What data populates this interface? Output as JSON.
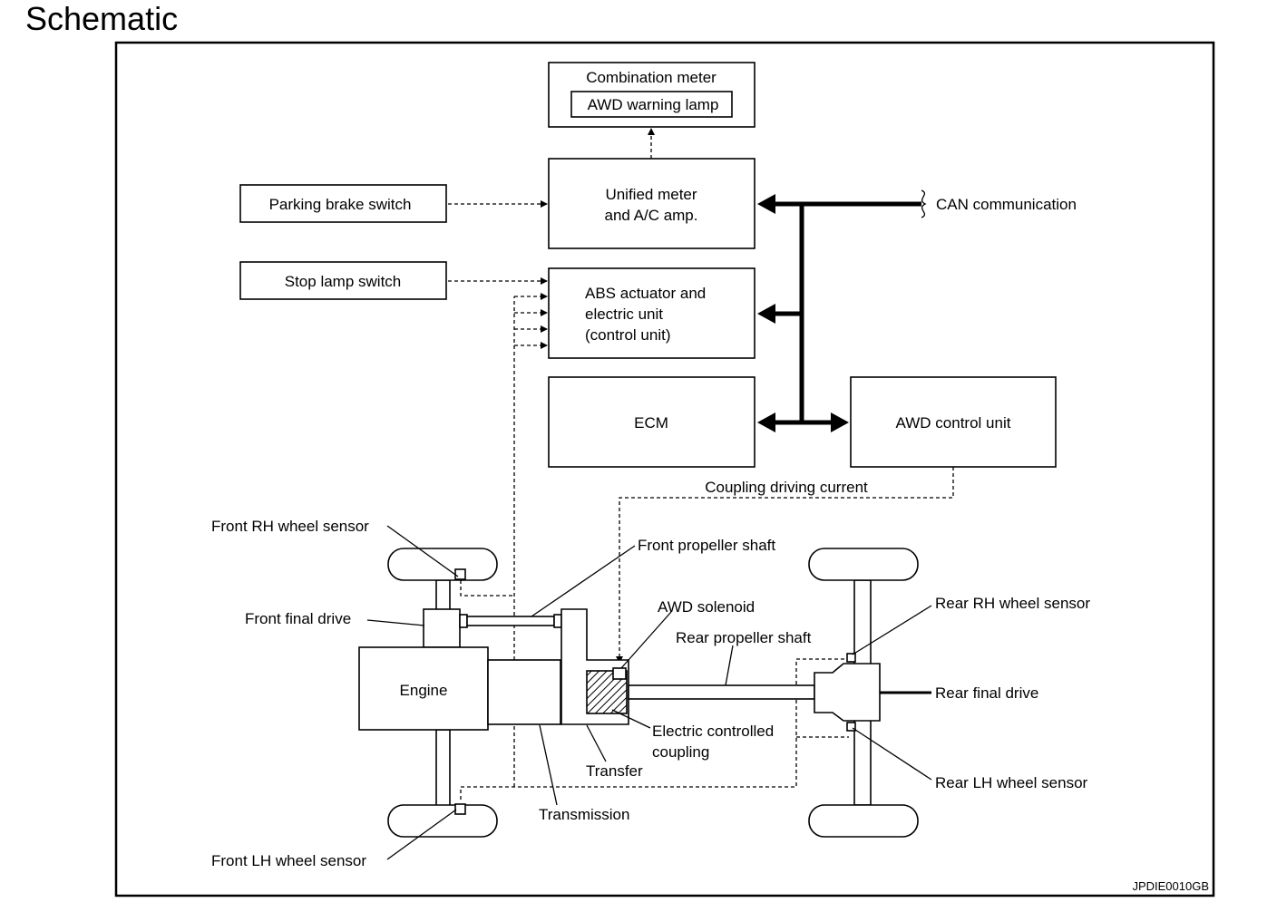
{
  "title": "Schematic",
  "labels": {
    "combination_meter": "Combination meter",
    "awd_warning_lamp": "AWD warning lamp",
    "unified_meter_line1": "Unified meter",
    "unified_meter_line2": "and A/C amp.",
    "parking_brake_switch": "Parking brake switch",
    "stop_lamp_switch": "Stop lamp switch",
    "abs_line1": "ABS actuator and",
    "abs_line2": "electric unit",
    "abs_line3": "(control unit)",
    "ecm": "ECM",
    "awd_control_unit": "AWD control unit",
    "can_communication": "CAN communication",
    "coupling_driving_current": "Coupling driving current",
    "front_rh_wheel_sensor": "Front RH wheel sensor",
    "front_propeller_shaft": "Front propeller shaft",
    "front_final_drive": "Front final drive",
    "awd_solenoid": "AWD solenoid",
    "rear_propeller_shaft": "Rear propeller shaft",
    "rear_rh_wheel_sensor": "Rear RH wheel sensor",
    "engine": "Engine",
    "rear_final_drive": "Rear final drive",
    "electric_coupling_line1": "Electric controlled",
    "electric_coupling_line2": "coupling",
    "transfer": "Transfer",
    "rear_lh_wheel_sensor": "Rear LH wheel sensor",
    "transmission": "Transmission",
    "front_lh_wheel_sensor": "Front LH wheel sensor",
    "figure_code": "JPDIE0010GB"
  }
}
